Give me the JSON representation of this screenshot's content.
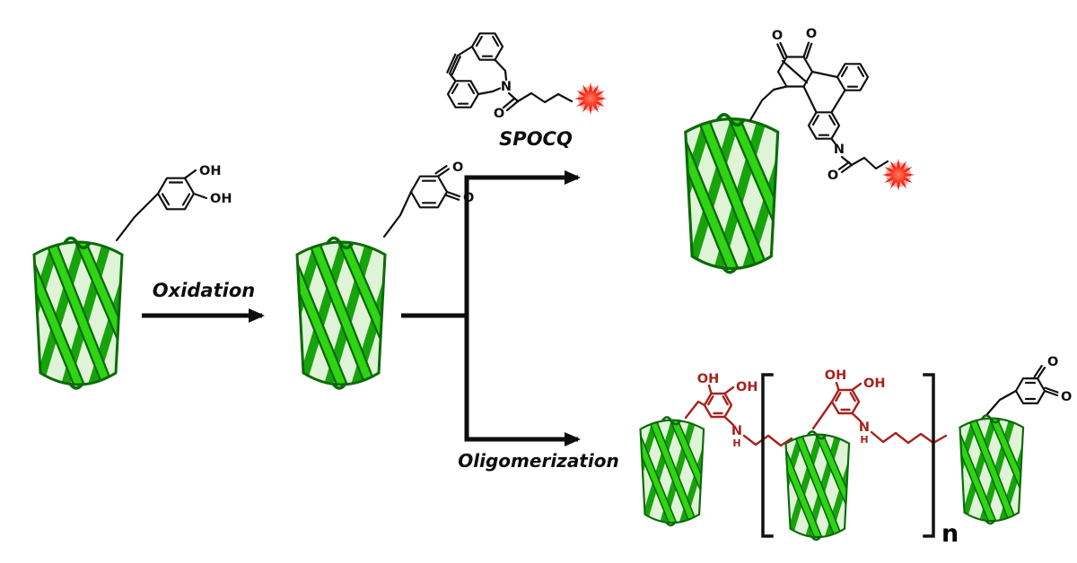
{
  "scheme": {
    "background": "#ffffff",
    "steps": {
      "oxidation_label": "Oxidation",
      "spocq_label": "SPOCQ",
      "oligomerization_label": "Oligomerization"
    },
    "atoms": {
      "oh": "OH",
      "o": "O",
      "n": "N",
      "h": "H"
    },
    "repeat_subscript": "n",
    "icons": {
      "protein_icon": "green-beta-barrel-cartoon",
      "fluorophore_icon": "red-starburst"
    },
    "colors": {
      "protein_bright": "#2fd414",
      "protein_mid": "#17a30c",
      "protein_dark": "#0a6b06",
      "bond_black": "#101010",
      "oligomer_red": "#a5231c",
      "fluorophore_red": "#f32a16"
    }
  }
}
